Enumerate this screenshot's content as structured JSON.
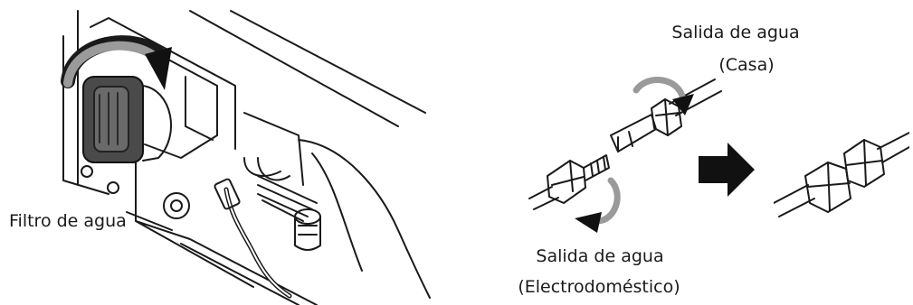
{
  "labels": {
    "water_filter": "Filtro de agua",
    "outlet_house": "Salida de agua",
    "outlet_house_sub": "(Casa)",
    "outlet_appliance": "Salida de agua",
    "outlet_appliance_sub": "(Electrodoméstico)"
  },
  "icons": {
    "rotate_arrow": "curved-arrow-icon",
    "next_step": "arrow-right-icon",
    "filter_cap": "water-filter-icon",
    "fitting": "hose-fitting-icon"
  },
  "colors": {
    "line": "#1a1a1a",
    "arrow_gray": "#9a9a9a",
    "filter_dark": "#4a4a4a",
    "arrow_black": "#111111"
  }
}
